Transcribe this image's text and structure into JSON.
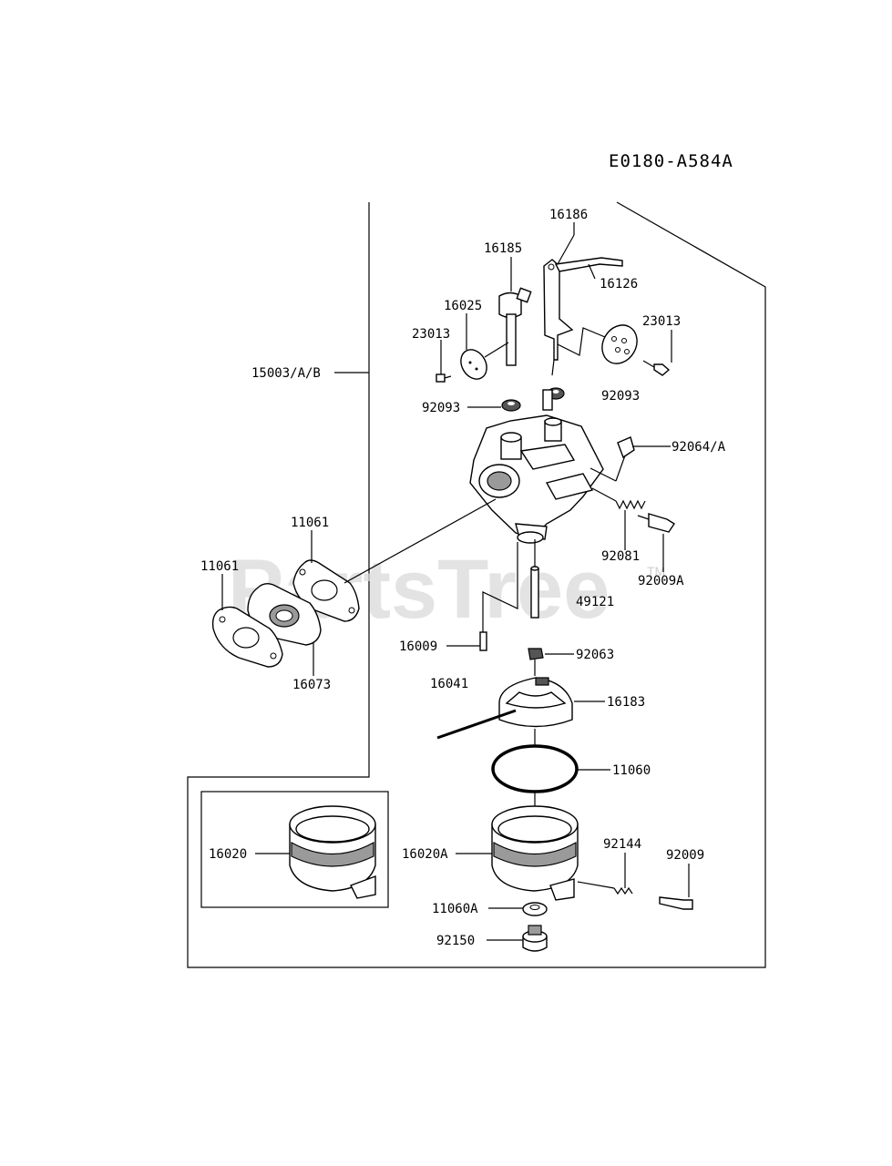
{
  "diagram_code": "E0180-A584A",
  "watermark": "PartsTree",
  "watermark_tm": "TM",
  "labels": {
    "p16186": "16186",
    "p16185": "16185",
    "p16126": "16126",
    "p16025": "16025",
    "p23013_left": "23013",
    "p23013_right": "23013",
    "p15003": "15003/A/B",
    "p92093_left": "92093",
    "p92093_right": "92093",
    "p92064": "92064/A",
    "p11061_top": "11061",
    "p11061_left": "11061",
    "p92081": "92081",
    "p92009A": "92009A",
    "p49121": "49121",
    "p16073": "16073",
    "p16009": "16009",
    "p92063": "92063",
    "p16041": "16041",
    "p16183": "16183",
    "p11060": "11060",
    "p16020": "16020",
    "p16020A": "16020A",
    "p92144": "92144",
    "p92009": "92009",
    "p11060A": "11060A",
    "p92150": "92150"
  }
}
